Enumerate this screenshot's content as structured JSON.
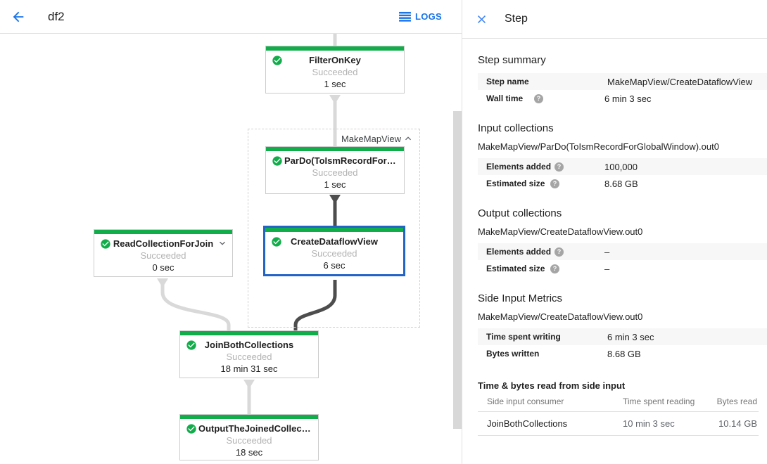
{
  "colors": {
    "accent_blue": "#1a73e8",
    "success_green": "#12ad4b",
    "selected_border": "#2264c6",
    "edge_gray": "#d9d9d9",
    "edge_dark": "#4d4d4d"
  },
  "header": {
    "title": "df2",
    "logs_label": "LOGS"
  },
  "graph": {
    "group_label": "MakeMapView",
    "nodes": [
      {
        "title": "FilterOnKey",
        "status": "Succeeded",
        "time": "1 sec"
      },
      {
        "title": "ParDo(ToIsmRecordFor…",
        "status": "Succeeded",
        "time": "1 sec"
      },
      {
        "title": "ReadCollectionForJoin",
        "status": "Succeeded",
        "time": "0 sec"
      },
      {
        "title": "CreateDataflowView",
        "status": "Succeeded",
        "time": "6 sec",
        "selected": true
      },
      {
        "title": "JoinBothCollections",
        "status": "Succeeded",
        "time": "18 min 31 sec"
      },
      {
        "title": "OutputTheJoinedCollec…",
        "status": "Succeeded",
        "time": "18 sec"
      }
    ]
  },
  "panel": {
    "title": "Step",
    "summary": {
      "heading": "Step summary",
      "rows": [
        {
          "label": "Step name",
          "value": "MakeMapView/CreateDataflowView"
        },
        {
          "label": "Wall time",
          "value": "6 min 3 sec"
        }
      ]
    },
    "input": {
      "heading": "Input collections",
      "subtitle": "MakeMapView/ParDo(ToIsmRecordForGlobalWindow).out0",
      "rows": [
        {
          "label": "Elements added",
          "value": "100,000"
        },
        {
          "label": "Estimated size",
          "value": "8.68 GB"
        }
      ]
    },
    "output": {
      "heading": "Output collections",
      "subtitle": "MakeMapView/CreateDataflowView.out0",
      "rows": [
        {
          "label": "Elements added",
          "value": "–"
        },
        {
          "label": "Estimated size",
          "value": "–"
        }
      ]
    },
    "side_metrics": {
      "heading": "Side Input Metrics",
      "subtitle": "MakeMapView/CreateDataflowView.out0",
      "rows": [
        {
          "label": "Time spent writing",
          "value": "6 min 3 sec"
        },
        {
          "label": "Bytes written",
          "value": "8.68 GB"
        }
      ]
    },
    "side_table": {
      "heading": "Time & bytes read from side input",
      "columns": [
        "Side input consumer",
        "Time spent reading",
        "Bytes read"
      ],
      "row": [
        "JoinBothCollections",
        "10 min 3 sec",
        "10.14 GB"
      ]
    }
  }
}
